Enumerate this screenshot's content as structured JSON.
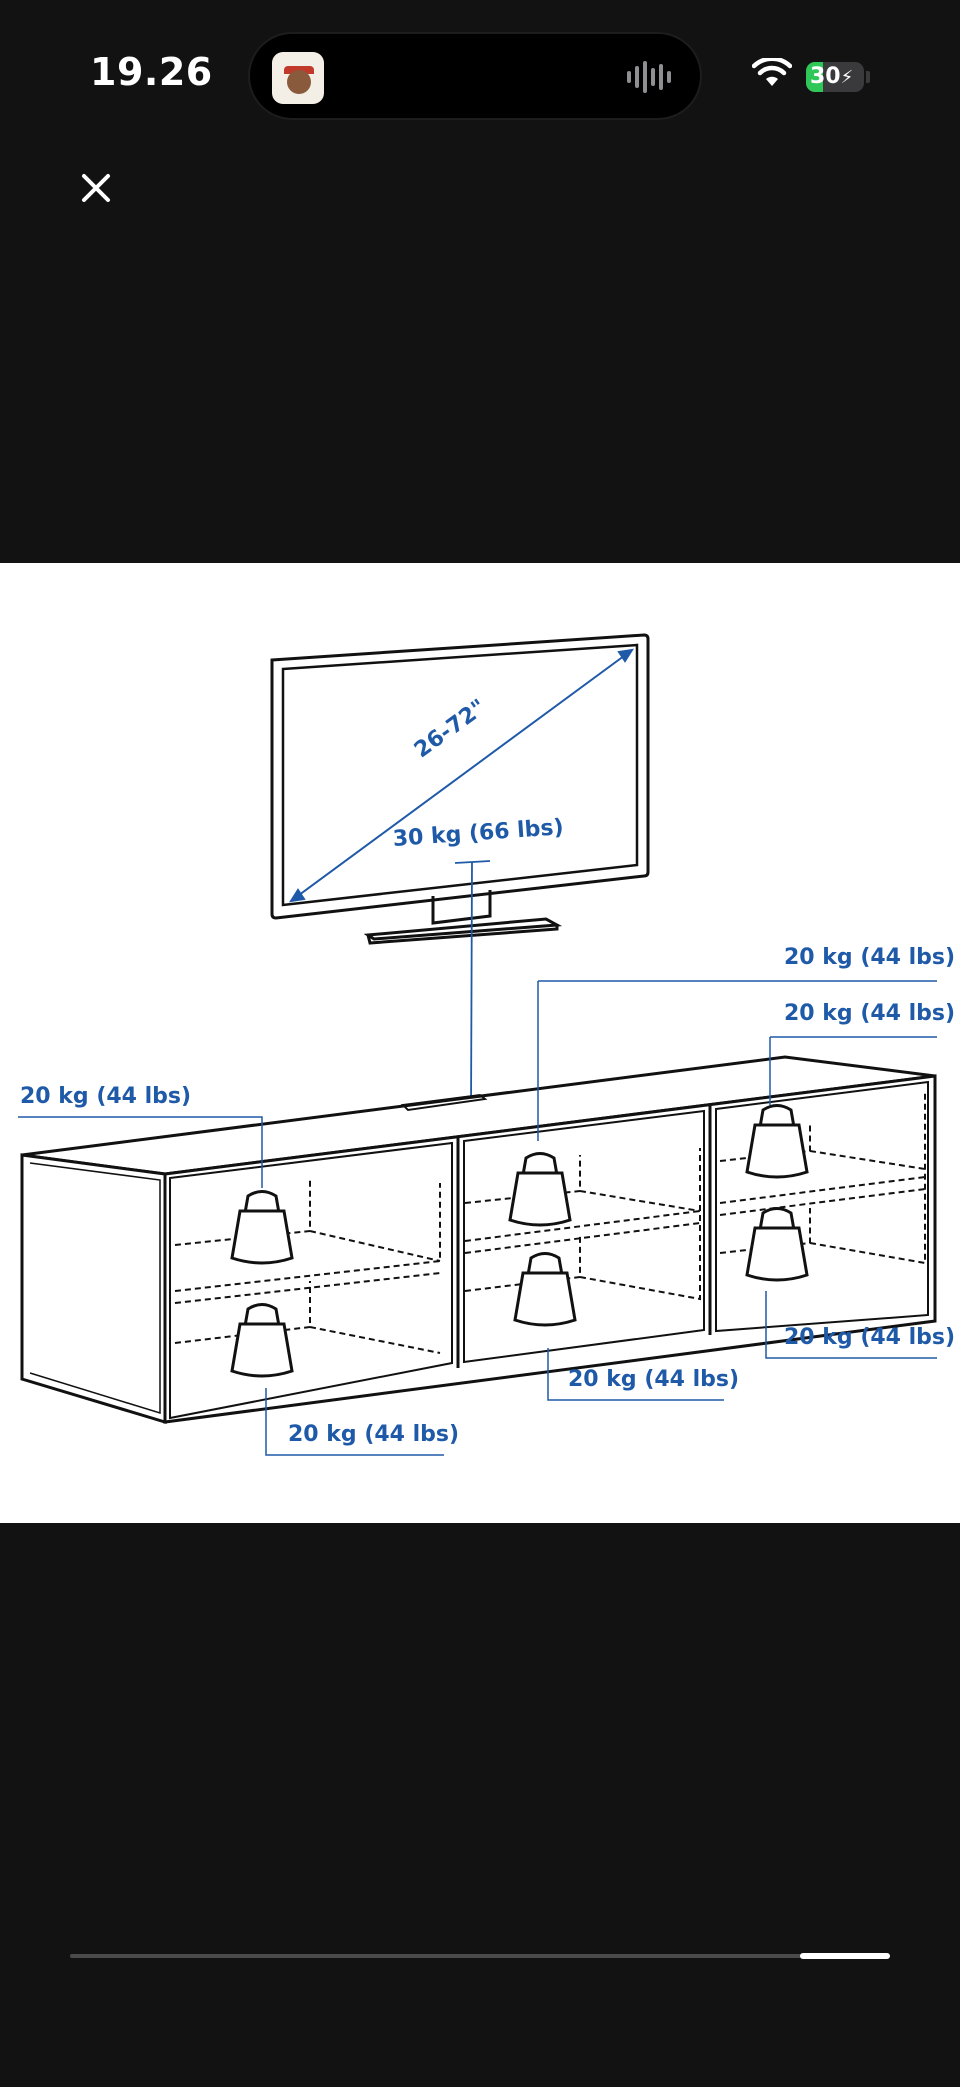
{
  "status_bar": {
    "time": "19.26",
    "battery_level": "30",
    "battery_charging": true,
    "island_activity": "audio-waveform-icon"
  },
  "viewer": {
    "close_icon": "close-icon"
  },
  "diagram": {
    "tv_size_range": "26-72\"",
    "tv_load": "30 kg (66 lbs)",
    "compartment_loads": [
      "20 kg (44 lbs)",
      "20 kg (44 lbs)",
      "20 kg (44 lbs)",
      "20 kg (44 lbs)",
      "20 kg (44 lbs)",
      "20 kg (44 lbs)"
    ],
    "label_color": "#1f5aa8",
    "line_color": "#111111"
  },
  "pager": {
    "position": 1.0
  },
  "colors": {
    "background": "#121212",
    "battery_green": "#30c759"
  }
}
